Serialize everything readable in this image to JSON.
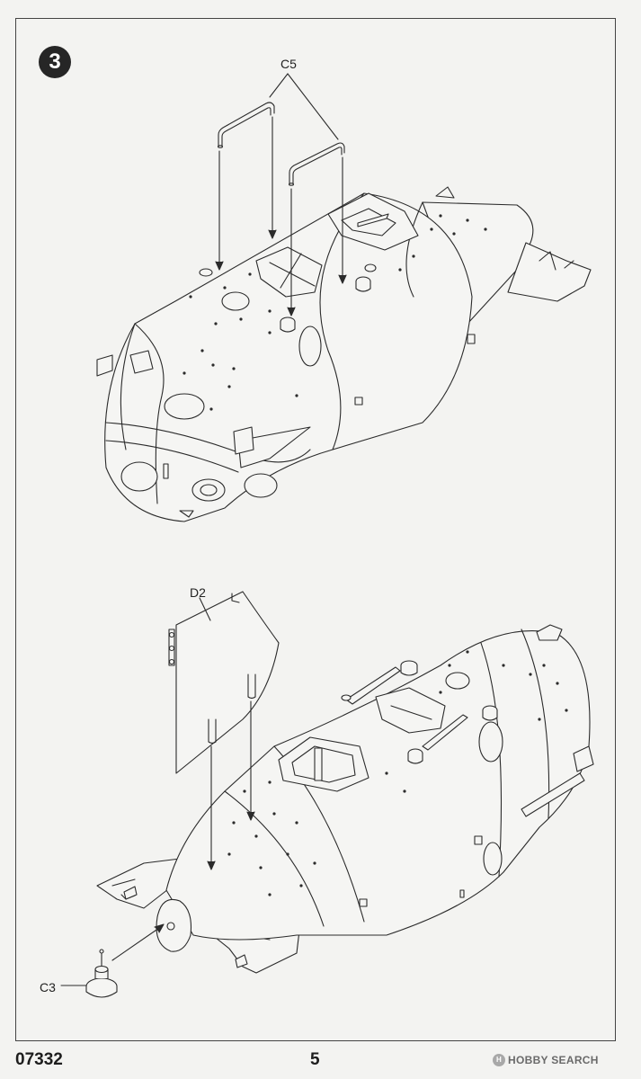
{
  "step": {
    "number": "3"
  },
  "labels": {
    "c5": "C5",
    "d2": "D2",
    "c3": "C3"
  },
  "footer": {
    "code": "07332",
    "page": "5"
  },
  "watermark": {
    "text": "HOBBY SEARCH",
    "logo_letter": "H"
  },
  "colors": {
    "line": "#2b2b2b",
    "paper": "#f3f3f1",
    "hull": "#f5f5f3"
  }
}
